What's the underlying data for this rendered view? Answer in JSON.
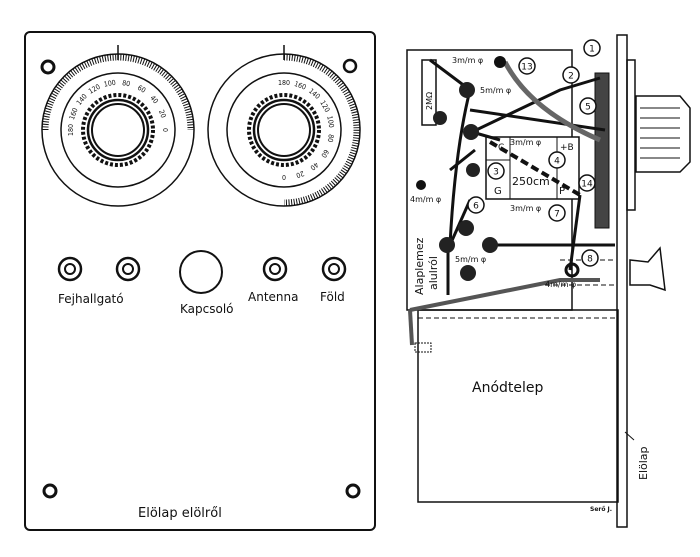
{
  "front_panel": {
    "title": "Elölap elölről",
    "dial_left_scale": [
      "180",
      "160",
      "140",
      "120",
      "100",
      "80",
      "60",
      "40",
      "20",
      "0"
    ],
    "dial_right_scale": [
      "180",
      "160",
      "140",
      "120",
      "100",
      "80",
      "60",
      "40",
      "20",
      "0"
    ],
    "jacks": {
      "headphones": "Fejhallgató",
      "switch": "Kapcsoló",
      "antenna": "Antenna",
      "ground": "Föld"
    }
  },
  "side_view": {
    "baseplate_label_line1": "Alaplemez",
    "baseplate_label_line2": "alulról",
    "resistor": "2MΩ",
    "tube_socket_value": "250cm",
    "tube_pins": {
      "c": "C",
      "b": "+B",
      "g": "G",
      "p": "P"
    },
    "drill_labels": {
      "d3": "3m/m φ",
      "d4": "4m/m φ",
      "d5": "5m/m φ"
    },
    "callouts": [
      "1",
      "2",
      "3",
      "4",
      "5",
      "6",
      "7",
      "8",
      "13",
      "14"
    ],
    "battery": "Anódtelep",
    "front_plate": "Elölap",
    "signature": "Serő J."
  }
}
